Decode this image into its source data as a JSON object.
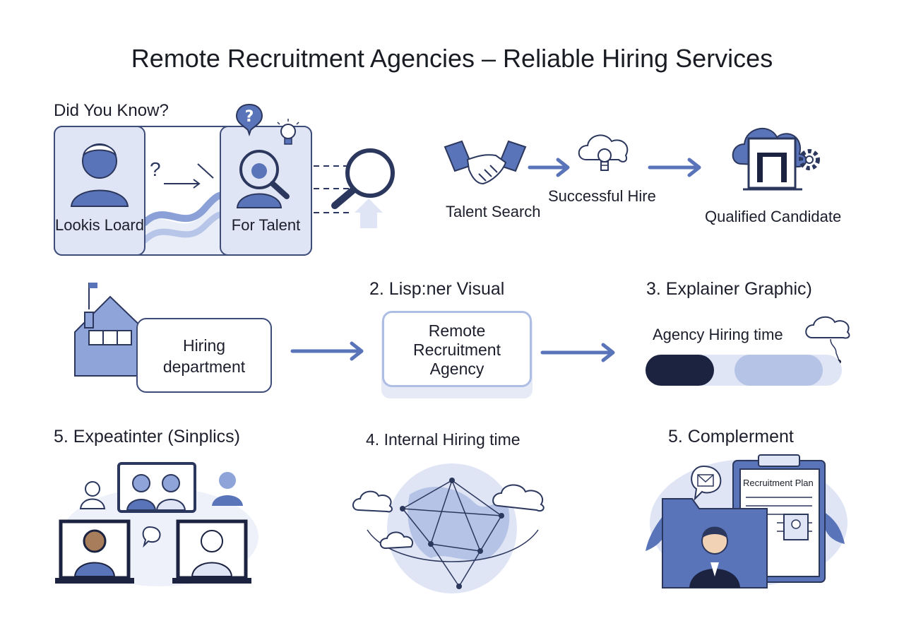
{
  "title": "Remote Recruitment Agencies – Reliable Hiring Services",
  "did_you_know": {
    "heading": "Did You Know?",
    "card_left_label": "Lookis Loard",
    "card_right_label": "For Talent",
    "question_mark": "?"
  },
  "flow_top": {
    "talent_search": "Talent Search",
    "successful_hire": "Successful Hire",
    "qualified_candidate": "Qualified Candidate"
  },
  "flow_middle": {
    "hiring_department_line1": "Hiring",
    "hiring_department_line2": "department",
    "visual_heading": "2. Lisp:ner Visual",
    "agency_line1": "Remote",
    "agency_line2": "Recruitment",
    "agency_line3": "Agency"
  },
  "explainer": {
    "heading": "3. Explainer Graphic)",
    "bar_label": "Agency Hiring time",
    "progress_fraction": 0.35
  },
  "bottom": {
    "left_heading": "5. Expeatinter (Sinplics)",
    "center_heading": "4. Internal Hiring time",
    "right_heading": "5. Complerment",
    "plan_title": "Recruitment Plan"
  },
  "colors": {
    "accent": "#5a74b9",
    "dark": "#1c2340",
    "outline": "#3e4c7a",
    "light_fill": "#dfe5f4"
  }
}
